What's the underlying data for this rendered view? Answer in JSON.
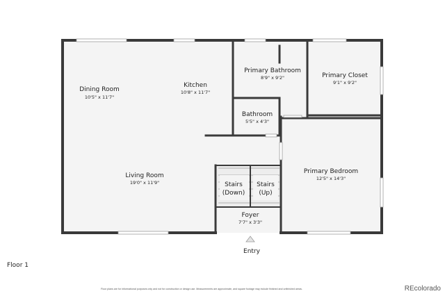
{
  "rooms": {
    "dining_room": {
      "name": "Dining Room",
      "dims": "10'5\" x 11'7\""
    },
    "kitchen": {
      "name": "Kitchen",
      "dims": "10'8\" x 11'7\""
    },
    "primary_bathroom": {
      "name": "Primary Bathroom",
      "dims": "8'9\" x 9'2\""
    },
    "primary_closet": {
      "name": "Primary Closet",
      "dims": "9'1\" x 9'2\""
    },
    "bathroom": {
      "name": "Bathroom",
      "dims": "5'5\" x 4'3\""
    },
    "living_room": {
      "name": "Living Room",
      "dims": "19'0\" x 11'9\""
    },
    "primary_bedroom": {
      "name": "Primary Bedroom",
      "dims": "12'5\" x 14'3\""
    },
    "stairs_down": {
      "line1": "Stairs",
      "line2": "(Down)"
    },
    "stairs_up": {
      "line1": "Stairs",
      "line2": "(Up)"
    },
    "foyer": {
      "name": "Foyer",
      "dims": "7'7\" x 3'3\""
    }
  },
  "entry_label": "Entry",
  "floor_label": "Floor 1",
  "disclaimer": "Floor plans are for informational purposes only and not for construction or design use. Measurements are approximate, and square footage may include finished and unfinished areas.",
  "brand": "REcolorado",
  "colors": {
    "wall": "#3a3a3a",
    "floor": "#f4f4f4",
    "window": "#bdbdbd"
  }
}
